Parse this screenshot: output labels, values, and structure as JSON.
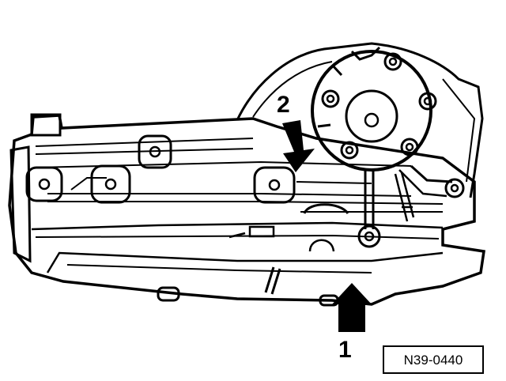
{
  "callouts": [
    {
      "label": "1"
    },
    {
      "label": "2"
    }
  ],
  "figure_code": "N39-0440",
  "colors": {
    "ink": "#000000",
    "paper": "#ffffff"
  }
}
